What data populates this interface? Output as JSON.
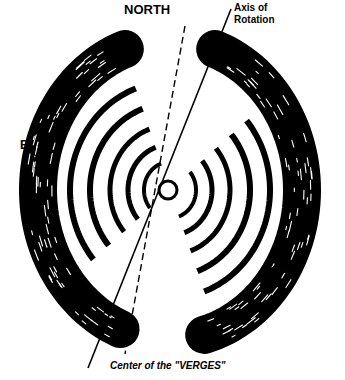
{
  "diagram": {
    "labels": [
      "NORTH",
      "Axis of Rotation",
      "E",
      "Equator",
      "Center of the \"VERGES\""
    ]
  }
}
